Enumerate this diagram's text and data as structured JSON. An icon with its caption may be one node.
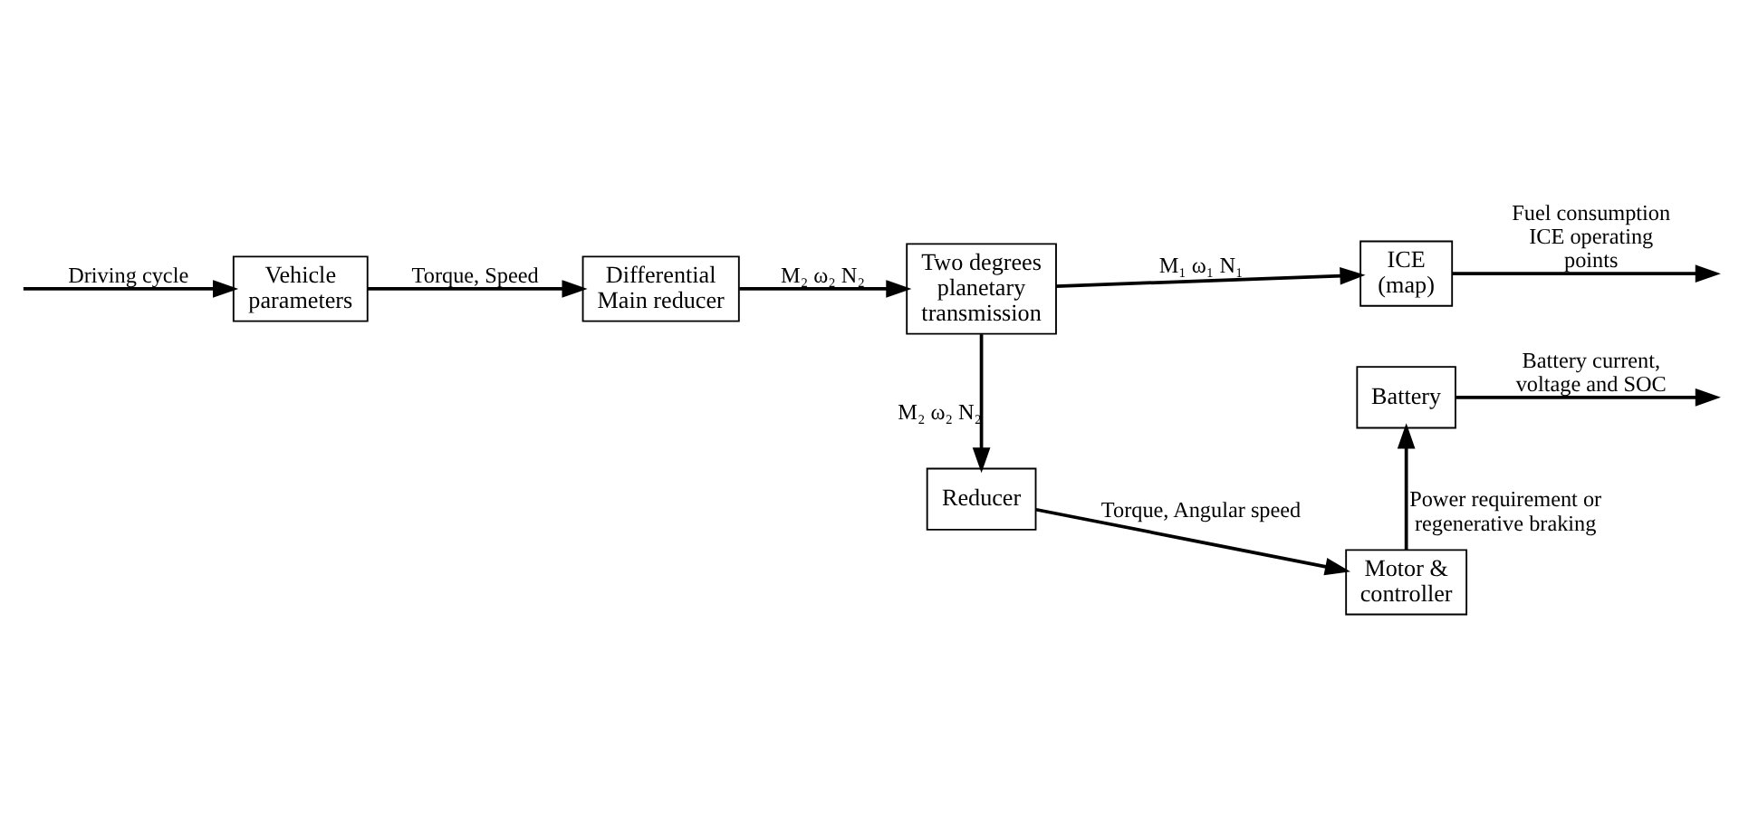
{
  "diagram": {
    "nodes": [
      {
        "text": [
          "Vehicle parameters"
        ]
      },
      {
        "text": [
          "Differential Main reducer"
        ]
      },
      {
        "text": [
          "Two degrees planetary transmission"
        ]
      },
      {
        "text": [
          "ICE (map)"
        ]
      },
      {
        "text": [
          "Reducer"
        ]
      },
      {
        "text": [
          "Motor & controller"
        ]
      },
      {
        "text": [
          "Battery"
        ]
      }
    ],
    "edges": [
      {
        "from": null,
        "to": 0,
        "arrow": "to",
        "label": "Driving cycle"
      },
      {
        "from": 0,
        "to": 1,
        "arrow": "to",
        "label": "Torque, Speed"
      },
      {
        "from": 1,
        "to": 2,
        "arrow": "to",
        "label": "M₂ ω₂ N₂"
      },
      {
        "from": 2,
        "to": 3,
        "arrow": "to",
        "label": "M₁ ω₁ N₁"
      },
      {
        "from": 3,
        "to": null,
        "arrow": "to",
        "label": "Fuel consumption ICE operating points"
      },
      {
        "from": 2,
        "to": 4,
        "arrow": "to",
        "label": "M₂ ω₂ N₂"
      },
      {
        "from": 4,
        "to": 5,
        "arrow": "to",
        "label": "Torque, Angular speed"
      },
      {
        "from": 5,
        "to": 6,
        "arrow": "to",
        "label": "Power requirement or regenerative braking"
      },
      {
        "from": 6,
        "to": null,
        "arrow": "to",
        "label": "Battery current, voltage and SOC"
      }
    ]
  }
}
